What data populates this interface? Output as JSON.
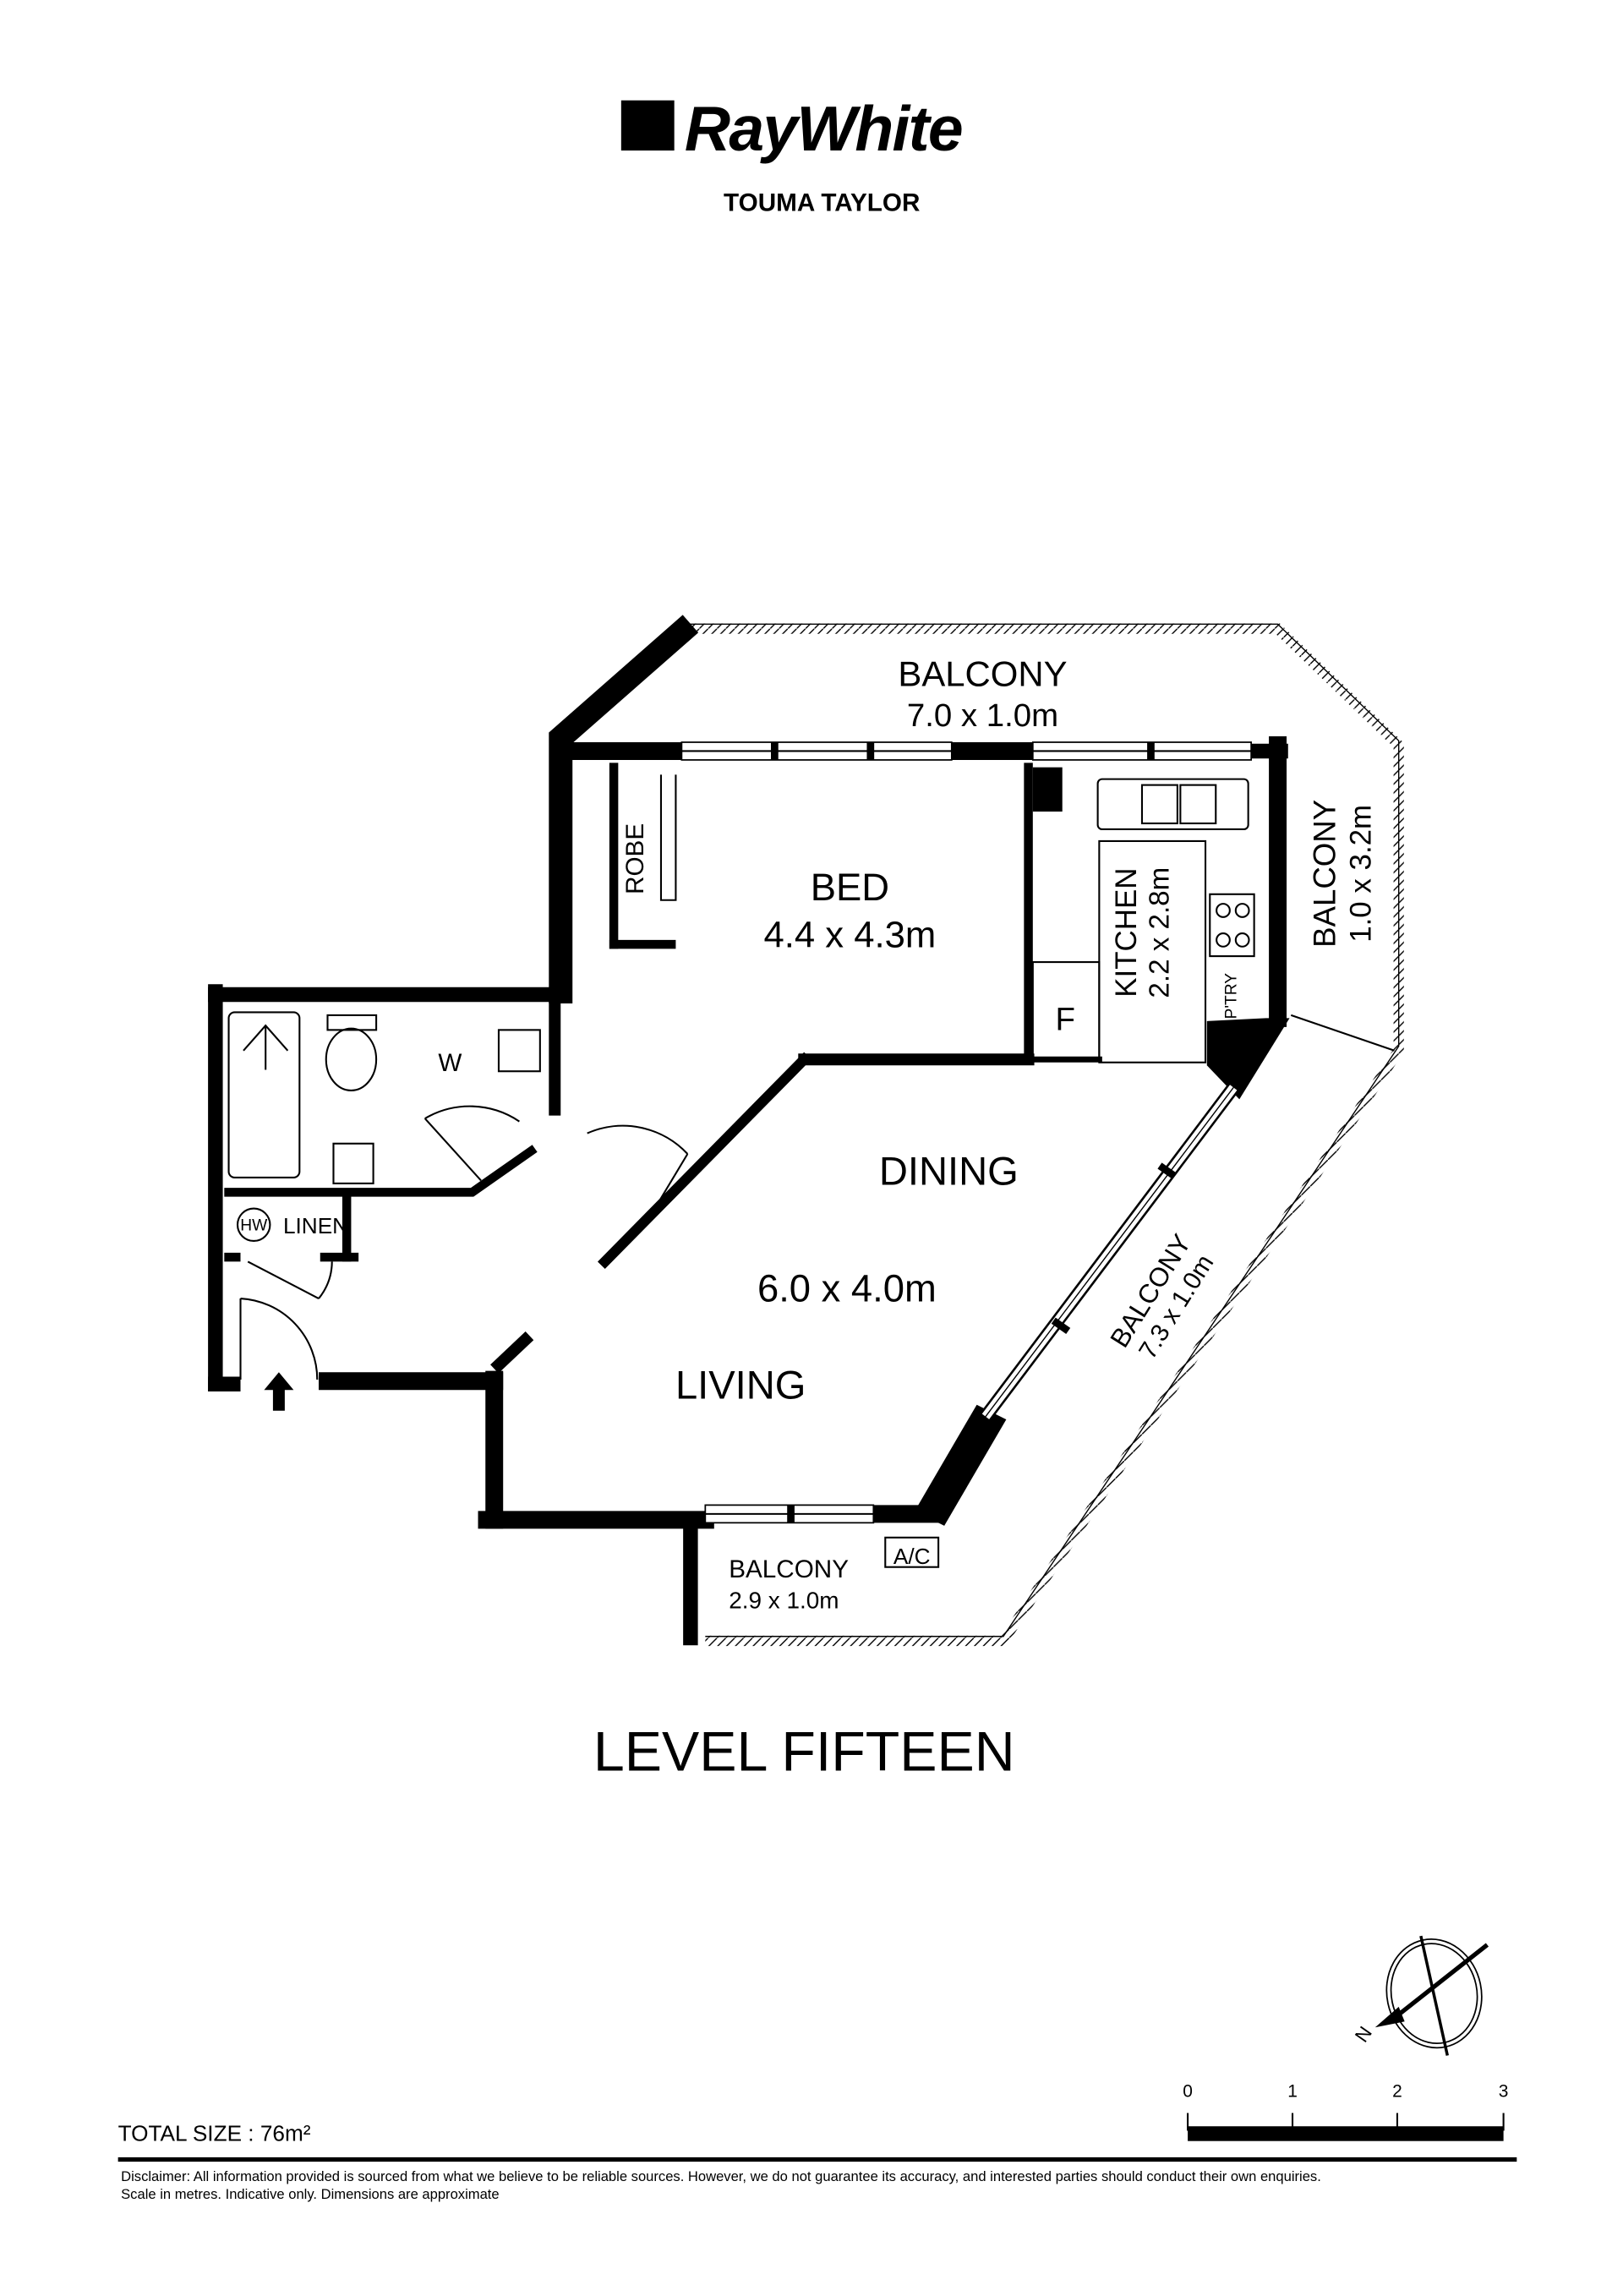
{
  "brand": {
    "name": "RayWhite",
    "office": "TOUMA TAYLOR"
  },
  "rooms": {
    "balcony_top": {
      "label": "BALCONY",
      "size": "7.0 x 1.0m"
    },
    "balcony_right": {
      "label": "BALCONY",
      "size": "1.0 x 3.2m"
    },
    "balcony_diag": {
      "label": "BALCONY",
      "size": "7.3 x 1.0m"
    },
    "balcony_bottom": {
      "label": "BALCONY",
      "size": "2.9 x 1.0m"
    },
    "bed": {
      "label": "BED",
      "size": "4.4 x 4.3m"
    },
    "robe": {
      "label": "ROBE"
    },
    "kitchen": {
      "label": "KITCHEN",
      "size": "2.2 x 2.8m"
    },
    "fridge": {
      "label": "F"
    },
    "pantry": {
      "label": "P'TRY"
    },
    "laundry": {
      "label": "W"
    },
    "hot_water": {
      "label": "HW"
    },
    "linen": {
      "label": "LINEN"
    },
    "dining": {
      "label": "DINING"
    },
    "living_size": "6.0 x 4.0m",
    "living": {
      "label": "LIVING"
    },
    "ac": {
      "label": "A/C"
    }
  },
  "level_title": "LEVEL FIFTEEN",
  "total_size": "TOTAL SIZE : 76m²",
  "compass": {
    "icon": "north-arrow-icon",
    "label": "N"
  },
  "scale_bar": {
    "ticks": [
      "0",
      "1",
      "2",
      "3"
    ],
    "unit": "metres"
  },
  "disclaimer": {
    "line1": "Disclaimer: All information provided is sourced from what we believe to be reliable sources. However, we do not guarantee  its accuracy, and interested parties should conduct their own enquiries.",
    "line2": "Scale in metres. Indicative only. Dimensions are approximate"
  }
}
